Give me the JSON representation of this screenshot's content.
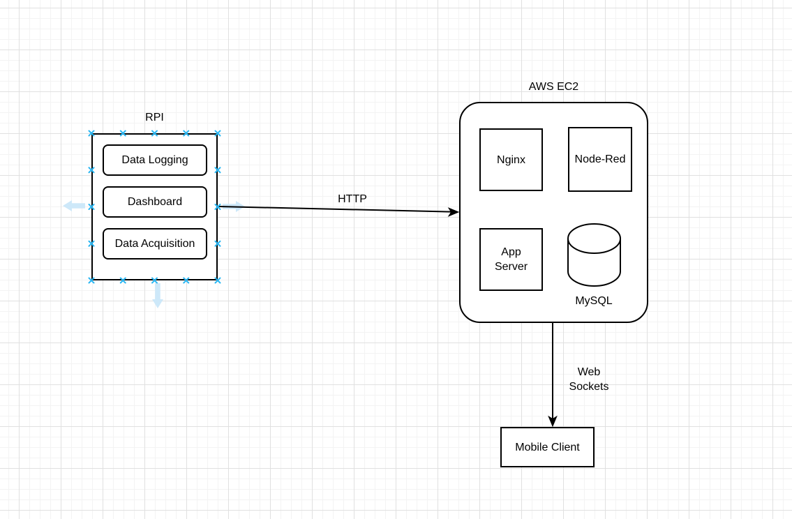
{
  "diagram": {
    "rpi": {
      "title": "RPI",
      "modules": [
        {
          "label": "Data Logging"
        },
        {
          "label": "Dashboard"
        },
        {
          "label": "Data Acquisition"
        }
      ]
    },
    "aws": {
      "title": "AWS EC2",
      "nginx_label": "Nginx",
      "nodered_label": "Node-Red",
      "appserver_label": "App Server",
      "mysql_label": "MySQL"
    },
    "mobile_client_label": "Mobile Client",
    "edges": {
      "http_label": "HTTP",
      "websockets_label": "Web Sockets"
    },
    "icons": {
      "connection_point": "x-cross connection point",
      "direction_arrows": [
        "left",
        "right",
        "down"
      ]
    }
  },
  "colors": {
    "stroke": "#000000",
    "shape_fill": "#ffffff",
    "selection_handle": "#29b6f2",
    "direction_arrow": "#cde8f9",
    "grid_minor": "#f3f3f3",
    "grid_major": "#e0e0e0"
  }
}
